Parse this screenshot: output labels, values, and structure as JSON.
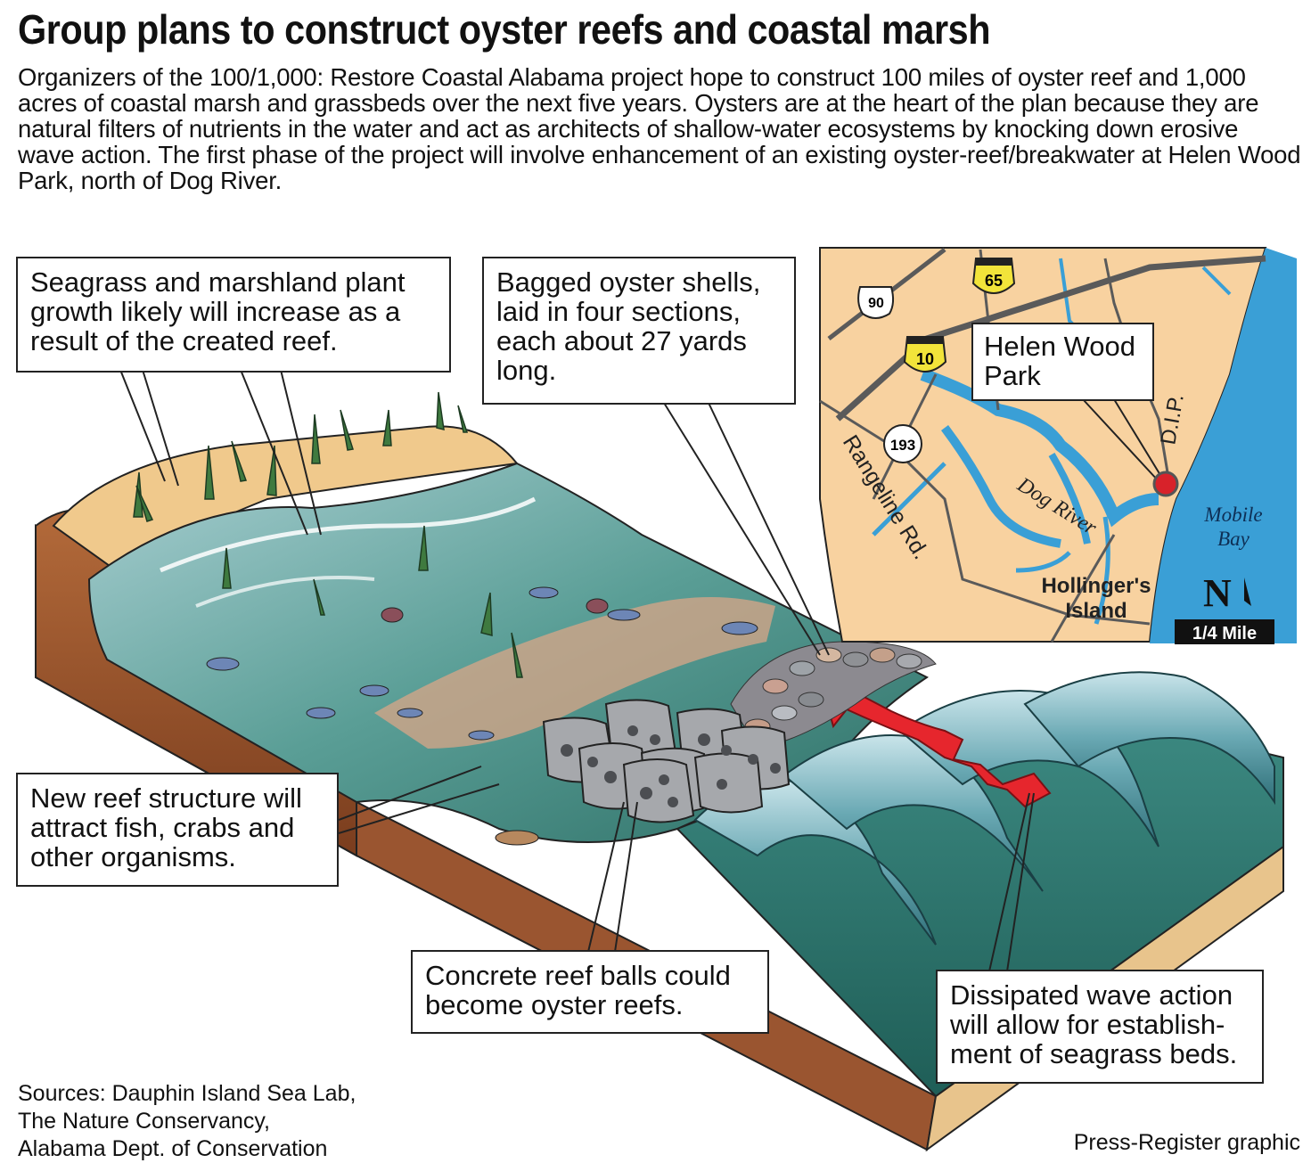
{
  "title": "Group plans to construct oyster reefs and coastal marsh",
  "intro": "Organizers of the 100/1,000: Restore Coastal Alabama project hope to construct 100 miles of oyster reef and 1,000 acres of coastal marsh and grassbeds over the next five years. Oysters are at the heart of the plan because they are natural filters of nutrients in the water and act as architects of shallow-water ecosystems by knocking down erosive wave action. The first phase of the project will involve enhancement of an existing oyster-reef/breakwater at Helen Wood Park, north of Dog River.",
  "callouts": {
    "seagrass": "Seagrass and marshland plant growth likely will increase as a result of the created reef.",
    "bagged_shells": "Bagged oyster shells, laid in four sections, each about 27 yards long.",
    "new_reef": "New reef structure will attract fish, crabs and other organisms.",
    "reef_balls": "Concrete reef balls could become oyster reefs.",
    "wave_action": "Dissipated wave action will allow for establish-ment of seagrass beds."
  },
  "map": {
    "callout": "Helen Wood Park",
    "labels": {
      "rangeline": "Rangeline Rd.",
      "dog_river": "Dog River",
      "dip": "D.I.P.",
      "mobile_bay_1": "Mobile",
      "mobile_bay_2": "Bay",
      "hollingers_1": "Hollinger's",
      "hollingers_2": "Island",
      "scale": "1/4 Mile",
      "north": "N"
    },
    "shields": {
      "us90": "90",
      "i65": "65",
      "i10": "10",
      "sr193": "193"
    },
    "colors": {
      "land": "#f8d2a0",
      "water": "#3a9fd6",
      "roads": "#5a5a5a",
      "park_marker": "#d8222a"
    }
  },
  "sources": [
    "Sources: Dauphin Island Sea Lab,",
    "The Nature Conservancy,",
    "Alabama Dept. of Conservation"
  ],
  "credit": "Press-Register graphic"
}
